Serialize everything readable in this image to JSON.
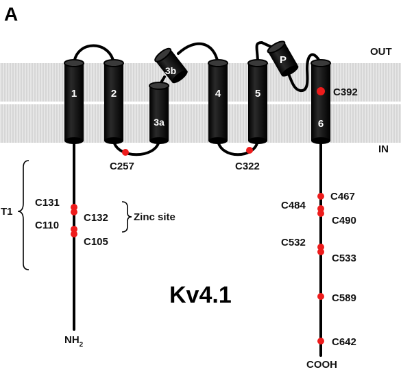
{
  "panel_letter": "A",
  "protein_name": "Kv4.1",
  "membrane": {
    "out_label": "OUT",
    "in_label": "IN"
  },
  "segments": {
    "s1": "1",
    "s2": "2",
    "s3a": "3a",
    "s3b": "3b",
    "s4": "4",
    "s5": "5",
    "p": "P",
    "s6": "6"
  },
  "t1_label": "T1",
  "zinc_site_label": "Zinc site",
  "n_terminus": {
    "text": "NH",
    "subscript": "2"
  },
  "c_terminus": "COOH",
  "cysteines": {
    "c257": "C257",
    "c322": "C322",
    "c392": "C392",
    "c131": "C131",
    "c132": "C132",
    "c110": "C110",
    "c105": "C105",
    "c467": "C467",
    "c484": "C484",
    "c490": "C490",
    "c532": "C532",
    "c533": "C533",
    "c589": "C589",
    "c642": "C642"
  },
  "colors": {
    "cysteine_dot": "#ee1c1c",
    "helix": "#000000",
    "membrane": "#d8d8d8"
  }
}
